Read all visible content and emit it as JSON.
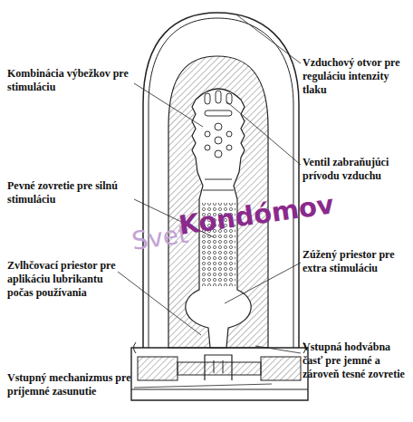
{
  "diagram": {
    "labels": [
      "Kombinácia výbežkov pre stimuláciu",
      "Pevné zovretie pre silnú stimuláciu",
      "Zvlhčovací priestor pre aplikáciu lubrikantu počas používania",
      "Vstupný mechanizmus pre príjemné zasunutie",
      "Vzduchový otvor pre reguláciu intenzity tlaku",
      "Ventil zabraňujúci prívodu vzduchu",
      "Zúžený priestor pre extra stimuláciu",
      "Vstupná hodvábna časť pre jemné a zároveň tesné zovretie",
      "Svet",
      "Kondómov"
    ]
  }
}
